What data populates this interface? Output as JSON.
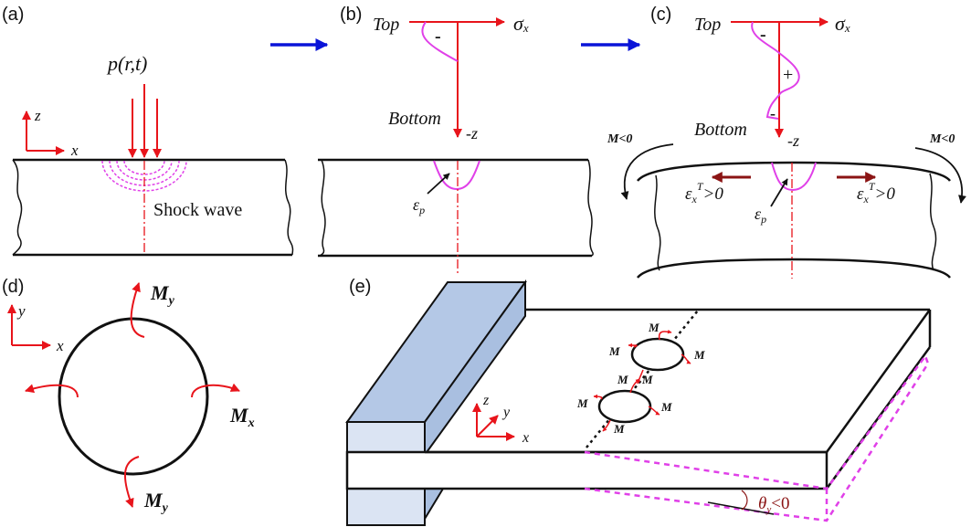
{
  "panels": {
    "a": {
      "label": "(a)",
      "load_label": "p(r,t)",
      "axis_z": "z",
      "axis_x": "x",
      "wave_label": "Shock wave"
    },
    "b": {
      "label": "(b)",
      "top": "Top",
      "bottom": "Bottom",
      "sigma": "σ",
      "sigma_sub": "x",
      "neg_z": "-z",
      "minus": "-",
      "eps_p": "ε",
      "eps_p_sub": "p"
    },
    "c": {
      "label": "(c)",
      "top": "Top",
      "bottom": "Bottom",
      "sigma": "σ",
      "sigma_sub": "x",
      "neg_z": "-z",
      "minus_top": "-",
      "plus": "+",
      "minus_bottom": "-",
      "moment_left": "M<0",
      "moment_right": "M<0",
      "strain_left": "ε",
      "strain_right": "ε",
      "strain_sub": "x",
      "strain_sup": "T",
      "strain_cond": ">0",
      "eps_p": "ε",
      "eps_p_sub": "p"
    },
    "d": {
      "label": "(d)",
      "axis_y": "y",
      "axis_x": "x",
      "moment_top": "M",
      "moment_top_sub": "y",
      "moment_right": "M",
      "moment_right_sub": "x",
      "moment_bottom": "M",
      "moment_bottom_sub": "y"
    },
    "e": {
      "label": "(e)",
      "axis_z": "z",
      "axis_y": "y",
      "axis_x": "x",
      "m": "M",
      "theta": "θ",
      "theta_sub": "y",
      "theta_cond": "<0"
    }
  },
  "colors": {
    "red": "#e8141b",
    "magenta": "#e040e8",
    "blue": "#0a14d8",
    "darkred": "#8b1414",
    "clamp": "#b4c8e6",
    "clamp_front": "#dbe4f3"
  }
}
